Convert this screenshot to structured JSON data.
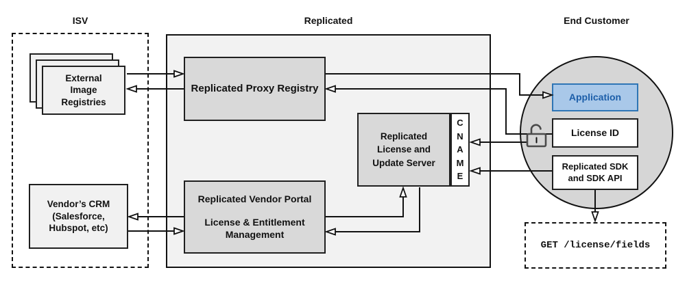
{
  "colors": {
    "accent_blue_fill": "#A9C8E9",
    "accent_blue_border": "#2E75B5",
    "accent_blue_text": "#1C5EA9",
    "node_gray": "#D9D9D9",
    "section_gray": "#F2F2F2",
    "circle_gray": "#D6D6D6"
  },
  "sections": {
    "isv": {
      "label": "ISV"
    },
    "replicated": {
      "label": "Replicated"
    },
    "end_customer": {
      "label": "End Customer"
    }
  },
  "nodes": {
    "external_image_registries": {
      "label": "External\nImage\nRegistries"
    },
    "vendors_crm": {
      "label": "Vendor’s CRM\n(Salesforce,\nHubspot, etc)"
    },
    "proxy_registry": {
      "label": "Replicated Proxy Registry"
    },
    "license_update_server": {
      "label": "Replicated\nLicense and\nUpdate Server"
    },
    "cname": {
      "label": "C\nN\nA\nM\nE"
    },
    "vendor_portal": {
      "title": "Replicated Vendor Portal",
      "subtitle": "License & Entitlement\nManagement"
    },
    "application": {
      "label": "Application"
    },
    "license_id": {
      "label": "License ID"
    },
    "replicated_sdk": {
      "label": "Replicated SDK\nand SDK API"
    },
    "get_license_fields": {
      "label": "GET /license/fields"
    }
  },
  "icons": {
    "unlock": "unlock-icon"
  }
}
